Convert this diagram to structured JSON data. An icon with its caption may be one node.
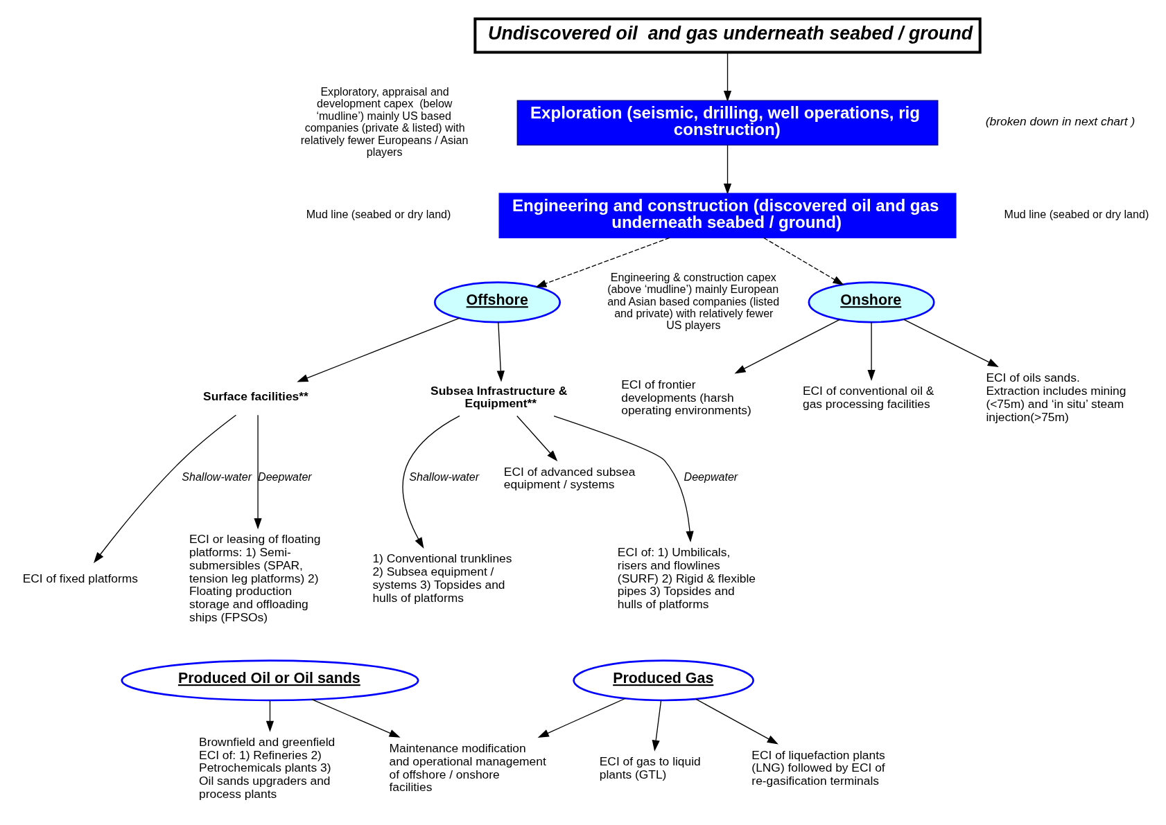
{
  "diagram": {
    "nodes": [
      {
        "text": [
          "Undiscovered oil  and gas underneath seabed / ground"
        ]
      },
      {
        "text": [
          "Exploration (seismic, drilling, well operations, rig construction)"
        ],
        "beside": [
          "(broken down in next chart )"
        ]
      },
      {
        "text": [
          "Engineering and construction (discovered oil and gas underneath seabed / ground)"
        ]
      },
      {
        "text": [
          "Offshore"
        ]
      },
      {
        "text": [
          "Onshore"
        ]
      },
      {
        "text": [
          "Surface facilities**"
        ]
      },
      {
        "text": [
          "Subsea Infrastructure & Equipment**"
        ]
      },
      {
        "text": [
          "ECI of fixed platforms"
        ]
      },
      {
        "text": [
          "ECI or leasing of floating platforms: 1) Semi-submersibles (SPAR, tension leg platforms) 2) Floating production storage and offloading ships (FPSOs)"
        ]
      },
      {
        "text": [
          "1) Conventional trunklines 2) Subsea equipment / systems 3) Topsides and hulls of platforms"
        ]
      },
      {
        "text": [
          "ECI of advanced subsea equipment / systems"
        ]
      },
      {
        "text": [
          "ECI of: 1) Umbilicals, risers and flowlines (SURF) 2) Rigid & flexible pipes 3) Topsides and hulls of platforms"
        ]
      },
      {
        "text": [
          "ECI of frontier developments (harsh operating environments)"
        ]
      },
      {
        "text": [
          "ECI of conventional oil & gas processing facilities"
        ]
      },
      {
        "text": [
          "ECI of oils sands. Extraction includes mining (<75m) and ‘in situ’ steam injection(>75m)"
        ]
      },
      {
        "text": [
          "Produced Oil or Oil sands"
        ]
      },
      {
        "text": [
          "Produced Gas"
        ]
      },
      {
        "text": [
          "Brownfield and greenfield ECI of: 1) Refineries 2) Petrochemicals plants 3) Oil sands upgraders and process plants"
        ]
      },
      {
        "text": [
          "Maintenance modification and operational management of offshore / onshore facilities"
        ]
      },
      {
        "text": [
          "ECI of gas to liquid plants (GTL)"
        ]
      },
      {
        "text": [
          "ECI of liquefaction plants (LNG) followed by ECI of re-gasification terminals"
        ]
      }
    ],
    "edges": [
      {
        "from": 0,
        "to": 1,
        "arrow": "to"
      },
      {
        "from": 1,
        "to": 2,
        "arrow": "to"
      },
      {
        "from": 2,
        "to": 3,
        "arrow": "to",
        "style": "dashed"
      },
      {
        "from": 2,
        "to": 4,
        "arrow": "to",
        "style": "dashed"
      },
      {
        "from": 3,
        "to": 5,
        "arrow": "to"
      },
      {
        "from": 3,
        "to": 6,
        "arrow": "to"
      },
      {
        "from": 4,
        "to": 12,
        "arrow": "to"
      },
      {
        "from": 4,
        "to": 13,
        "arrow": "to"
      },
      {
        "from": 4,
        "to": 14,
        "arrow": "to"
      },
      {
        "from": 5,
        "to": 7,
        "arrow": "to",
        "label": "Shallow-water"
      },
      {
        "from": 5,
        "to": 8,
        "arrow": "to",
        "label": "Deepwater"
      },
      {
        "from": 6,
        "to": 9,
        "arrow": "to",
        "label": "Shallow-water"
      },
      {
        "from": 6,
        "to": 10,
        "arrow": "to"
      },
      {
        "from": 6,
        "to": 11,
        "arrow": "to",
        "label": "Deepwater"
      },
      {
        "from": 15,
        "to": 17,
        "arrow": "to"
      },
      {
        "from": 15,
        "to": 18,
        "arrow": "to"
      },
      {
        "from": 16,
        "to": 18,
        "arrow": "to"
      },
      {
        "from": 16,
        "to": 19,
        "arrow": "to"
      },
      {
        "from": 16,
        "to": 20,
        "arrow": "to"
      }
    ],
    "labels": [
      "Exploratory, appraisal and development capex  (below ‘mudline’) mainly US based companies (private & listed) with relatively fewer Europeans / Asian players",
      "Mud line (seabed or dry land)",
      "Mud line (seabed or dry land)",
      "Engineering & construction capex (above ‘mudline’) mainly European and Asian based companies (listed and private) with relatively fewer US players"
    ]
  }
}
